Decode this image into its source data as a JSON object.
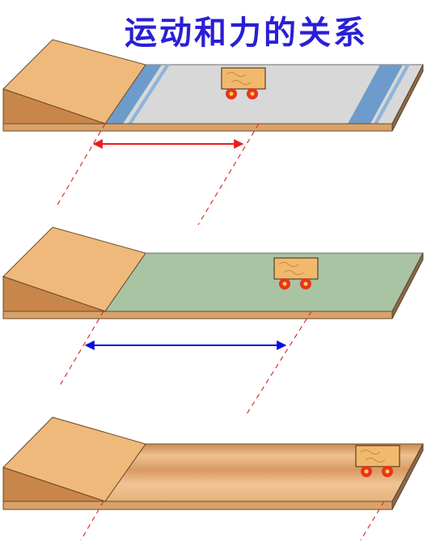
{
  "title": "运动和力的关系",
  "colors": {
    "title": "#2a1fd6",
    "ramp_top": "#efb97b",
    "ramp_side": "#c8864a",
    "board_edge": "#d9a26a",
    "board_end": "#8a6a4a",
    "glass_surface": "#d8d8d8",
    "glass_stripe": "#6d9ccc",
    "cloth_surface": "#a8c4a3",
    "wood_surface": "#e3b27c",
    "cart_body": "#f1b96c",
    "cart_wheel": "#e8341f",
    "distance_arrow_1": "#ee1b1b",
    "distance_arrow_2": "#0e0ed8",
    "guide_line": "#e0302a"
  },
  "panels": [
    {
      "surface": "glass"
    },
    {
      "surface": "cloth"
    },
    {
      "surface": "wood"
    }
  ]
}
